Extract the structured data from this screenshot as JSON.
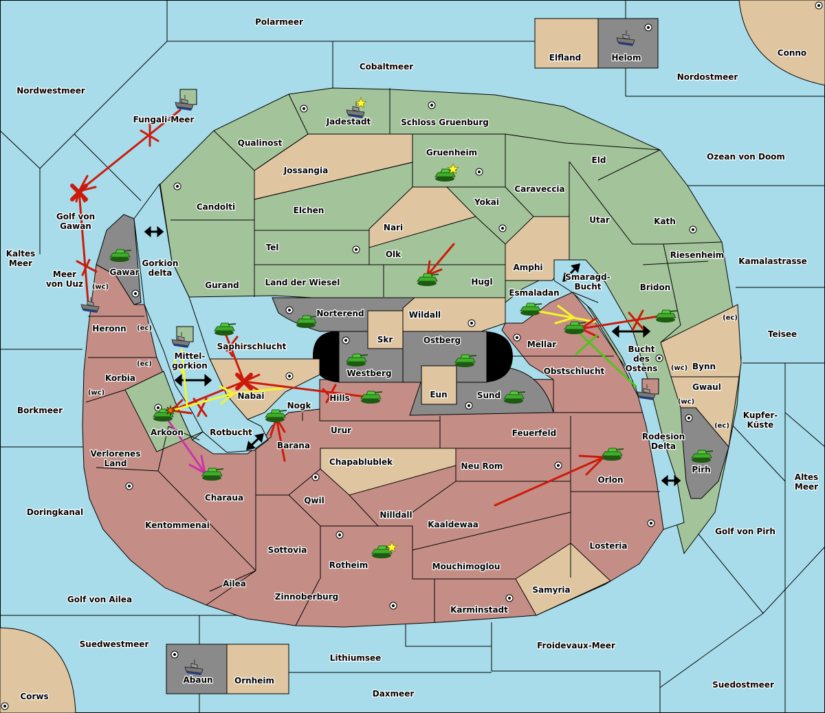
{
  "title": "Diplomacy map",
  "colors": {
    "sea": "#a8dcea",
    "neutral": "#e0c6a0",
    "green_power": "#a3c49a",
    "red_power": "#c48e86",
    "grey_power": "#8a8a8a",
    "impassable": "#000000",
    "order_red": "#cc1a0a",
    "order_yellow": "#f5f52a",
    "order_green": "#4fc41a",
    "order_magenta": "#cc33aa"
  },
  "seas": [
    {
      "name": "Polarmeer"
    },
    {
      "name": "Cobaltmeer"
    },
    {
      "name": "Nordwestmeer"
    },
    {
      "name": "Nordostmeer"
    },
    {
      "name": "Fungali-Meer"
    },
    {
      "name": "Ozean von Doom"
    },
    {
      "name": "Golf von Gawan"
    },
    {
      "name": "Kaltes Meer"
    },
    {
      "name": "Meer von Uuz"
    },
    {
      "name": "Gorkion delta"
    },
    {
      "name": "Kamalastrasse"
    },
    {
      "name": "Smaragd-Bucht"
    },
    {
      "name": "Mittel-gorkion"
    },
    {
      "name": "Bucht des Ostens"
    },
    {
      "name": "Teisee"
    },
    {
      "name": "Borkmeer"
    },
    {
      "name": "Kupfer-Küste"
    },
    {
      "name": "Rotbucht"
    },
    {
      "name": "Rodesion Delta"
    },
    {
      "name": "Altes Meer"
    },
    {
      "name": "Doringkanal"
    },
    {
      "name": "Golf von Pirh"
    },
    {
      "name": "Golf von Ailea"
    },
    {
      "name": "Suedwestmeer"
    },
    {
      "name": "Froidevaux-Meer"
    },
    {
      "name": "Lithiumsee"
    },
    {
      "name": "Suedostmeer"
    },
    {
      "name": "Daxmeer"
    }
  ],
  "territories": [
    {
      "name": "Elfland",
      "owner": "neutral"
    },
    {
      "name": "Helom",
      "owner": "grey"
    },
    {
      "name": "Conno",
      "owner": "neutral"
    },
    {
      "name": "Jadestadt",
      "owner": "green"
    },
    {
      "name": "Schloss Gruenburg",
      "owner": "green"
    },
    {
      "name": "Qualinost",
      "owner": "green"
    },
    {
      "name": "Jossangia",
      "owner": "neutral"
    },
    {
      "name": "Gruenheim",
      "owner": "green"
    },
    {
      "name": "Eld",
      "owner": "green"
    },
    {
      "name": "Candolti",
      "owner": "green"
    },
    {
      "name": "Elchen",
      "owner": "green"
    },
    {
      "name": "Caraveccia",
      "owner": "green"
    },
    {
      "name": "Yokai",
      "owner": "green"
    },
    {
      "name": "Nari",
      "owner": "neutral"
    },
    {
      "name": "Utar",
      "owner": "green"
    },
    {
      "name": "Kath",
      "owner": "green"
    },
    {
      "name": "Tel",
      "owner": "green"
    },
    {
      "name": "Olk",
      "owner": "green"
    },
    {
      "name": "Riesenheim",
      "owner": "green"
    },
    {
      "name": "Amphi",
      "owner": "neutral"
    },
    {
      "name": "Gurand",
      "owner": "green"
    },
    {
      "name": "Land der Wiesel",
      "owner": "green"
    },
    {
      "name": "Hugl",
      "owner": "green"
    },
    {
      "name": "Bridon",
      "owner": "green"
    },
    {
      "name": "Esmaladan",
      "owner": "green"
    },
    {
      "name": "Gawar",
      "owner": "grey"
    },
    {
      "name": "Norterend",
      "owner": "grey"
    },
    {
      "name": "Wildall",
      "owner": "neutral"
    },
    {
      "name": "Heronn",
      "owner": "red"
    },
    {
      "name": "Skr",
      "owner": "neutral"
    },
    {
      "name": "Ostberg",
      "owner": "grey"
    },
    {
      "name": "Mellar",
      "owner": "red"
    },
    {
      "name": "Saphirschlucht",
      "owner": "green"
    },
    {
      "name": "Westberg",
      "owner": "grey"
    },
    {
      "name": "Bynn",
      "owner": "neutral"
    },
    {
      "name": "Korbia",
      "owner": "red"
    },
    {
      "name": "Obstschlucht",
      "owner": "red"
    },
    {
      "name": "Nabai",
      "owner": "neutral"
    },
    {
      "name": "Eun",
      "owner": "neutral"
    },
    {
      "name": "Gwaul",
      "owner": "neutral"
    },
    {
      "name": "Hills",
      "owner": "red"
    },
    {
      "name": "Sund",
      "owner": "grey"
    },
    {
      "name": "Nogk",
      "owner": "red"
    },
    {
      "name": "Arkoon",
      "owner": "green"
    },
    {
      "name": "Urur",
      "owner": "red"
    },
    {
      "name": "Feuerfeld",
      "owner": "red"
    },
    {
      "name": "Barana",
      "owner": "red"
    },
    {
      "name": "Verlorenes Land",
      "owner": "red"
    },
    {
      "name": "Chapablublek",
      "owner": "neutral"
    },
    {
      "name": "Neu Rom",
      "owner": "red"
    },
    {
      "name": "Pirh",
      "owner": "grey"
    },
    {
      "name": "Orlon",
      "owner": "red"
    },
    {
      "name": "Charaua",
      "owner": "red"
    },
    {
      "name": "Qwil",
      "owner": "red"
    },
    {
      "name": "Nilldall",
      "owner": "red"
    },
    {
      "name": "Kentommenai",
      "owner": "red"
    },
    {
      "name": "Kaaldewaa",
      "owner": "red"
    },
    {
      "name": "Losteria",
      "owner": "red"
    },
    {
      "name": "Sottovia",
      "owner": "red"
    },
    {
      "name": "Rotheim",
      "owner": "red"
    },
    {
      "name": "Mouchimoglou",
      "owner": "red"
    },
    {
      "name": "Ailea",
      "owner": "red"
    },
    {
      "name": "Samyria",
      "owner": "neutral"
    },
    {
      "name": "Zinnoberburg",
      "owner": "red"
    },
    {
      "name": "Karminstadt",
      "owner": "red"
    },
    {
      "name": "Abaun",
      "owner": "grey"
    },
    {
      "name": "Ornheim",
      "owner": "neutral"
    },
    {
      "name": "Corws",
      "owner": "neutral"
    }
  ],
  "coast_labels": [
    "(wc)",
    "(ec)",
    "(ec)",
    "(wc)",
    "(ec)",
    "(wc)",
    "(wc)",
    "(ec)"
  ],
  "units": [
    {
      "type": "fleet",
      "location": "Jadestadt",
      "owner": "grey",
      "build_star": true
    },
    {
      "type": "army",
      "location": "Gruenheim",
      "owner": "green",
      "build_star": true
    },
    {
      "type": "fleet",
      "location": "Helom",
      "owner": "grey"
    },
    {
      "type": "fleet",
      "location": "Fungali-Meer",
      "owner": "green"
    },
    {
      "type": "army",
      "location": "Gawar",
      "owner": "green"
    },
    {
      "type": "fleet",
      "location": "Meer von Uuz",
      "owner": "grey"
    },
    {
      "type": "army",
      "location": "Hugl",
      "owner": "green"
    },
    {
      "type": "army",
      "location": "Norterend",
      "owner": "green"
    },
    {
      "type": "army",
      "location": "Saphirschlucht",
      "owner": "green"
    },
    {
      "type": "fleet",
      "location": "Mittel-gorkion",
      "owner": "green"
    },
    {
      "type": "army",
      "location": "Westberg",
      "owner": "green"
    },
    {
      "type": "army",
      "location": "Ostberg",
      "owner": "green"
    },
    {
      "type": "army",
      "location": "Hills",
      "owner": "green"
    },
    {
      "type": "army",
      "location": "Sund",
      "owner": "green"
    },
    {
      "type": "army",
      "location": "Esmaladan",
      "owner": "green"
    },
    {
      "type": "army",
      "location": "Mellar",
      "owner": "green"
    },
    {
      "type": "army",
      "location": "Bridon",
      "owner": "green"
    },
    {
      "type": "fleet",
      "location": "Bucht des Ostens",
      "owner": "red"
    },
    {
      "type": "army",
      "location": "Arkoon",
      "owner": "green"
    },
    {
      "type": "army",
      "location": "Nogk",
      "owner": "green"
    },
    {
      "type": "army",
      "location": "Charaua",
      "owner": "green"
    },
    {
      "type": "army",
      "location": "Orlon",
      "owner": "green"
    },
    {
      "type": "army",
      "location": "Pirh",
      "owner": "green"
    },
    {
      "type": "army",
      "location": "Rotheim",
      "owner": "green",
      "build_star": true
    },
    {
      "type": "fleet",
      "location": "Abaun",
      "owner": "grey"
    }
  ],
  "orders": [
    {
      "from": "Fungali-Meer",
      "to": "Golf von Gawan",
      "color": "red",
      "result": "failed"
    },
    {
      "from": "Meer von Uuz",
      "to": "Golf von Gawan",
      "color": "red",
      "result": "failed"
    },
    {
      "from": "Saphirschlucht",
      "to": "Nabai",
      "color": "red",
      "result": "failed"
    },
    {
      "from": "Hills",
      "to": "Nabai",
      "color": "red",
      "result": "failed"
    },
    {
      "from": "Arkoon",
      "to": "Nabai",
      "color": "red",
      "result": "failed"
    },
    {
      "from": "Mittel-gorkion",
      "to": "Arkoon",
      "color": "yellow",
      "result": "support"
    },
    {
      "from": "Arkoon",
      "to": "Nabai",
      "color": "yellow",
      "result": "support"
    },
    {
      "from": "Arkoon",
      "to": "Charaua",
      "color": "magenta",
      "result": "retreat"
    },
    {
      "from": "Hugl",
      "to": "Hugl",
      "color": "red",
      "result": "moved"
    },
    {
      "from": "Barana",
      "to": "Nogk",
      "color": "red",
      "result": "moved"
    },
    {
      "from": "Kaaldewaa",
      "to": "Orlon",
      "color": "red",
      "result": "moved"
    },
    {
      "from": "Esmaladan",
      "to": "Mellar",
      "color": "yellow",
      "result": "support"
    },
    {
      "from": "Bridon",
      "to": "Mellar",
      "color": "red",
      "result": "failed"
    },
    {
      "from": "Bucht des Ostens",
      "to": "Mellar",
      "color": "green",
      "result": "convoy"
    }
  ]
}
